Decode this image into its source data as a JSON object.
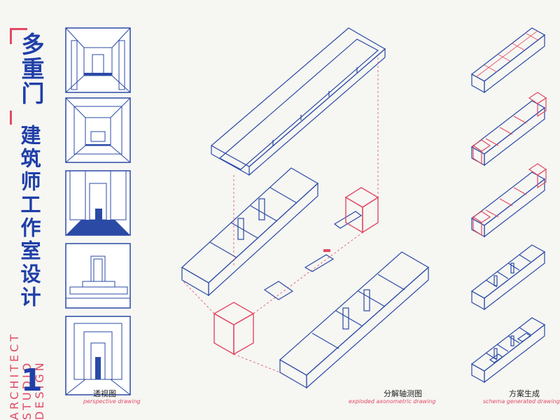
{
  "title": {
    "line1": "多重门",
    "line2": "建筑师工作室设计",
    "en": "ARCHITECT STUDIO DESIGN",
    "number": "1"
  },
  "captions": {
    "perspective_cn": "透视图",
    "perspective_en": "perspective drawing",
    "exploded_cn": "分解轴测图",
    "exploded_en": "exploded axonometric drawing",
    "schema_cn": "方案生成",
    "schema_en": "schema generated drawing"
  },
  "colors": {
    "blue": "#1f3fa8",
    "red": "#e14a63"
  }
}
